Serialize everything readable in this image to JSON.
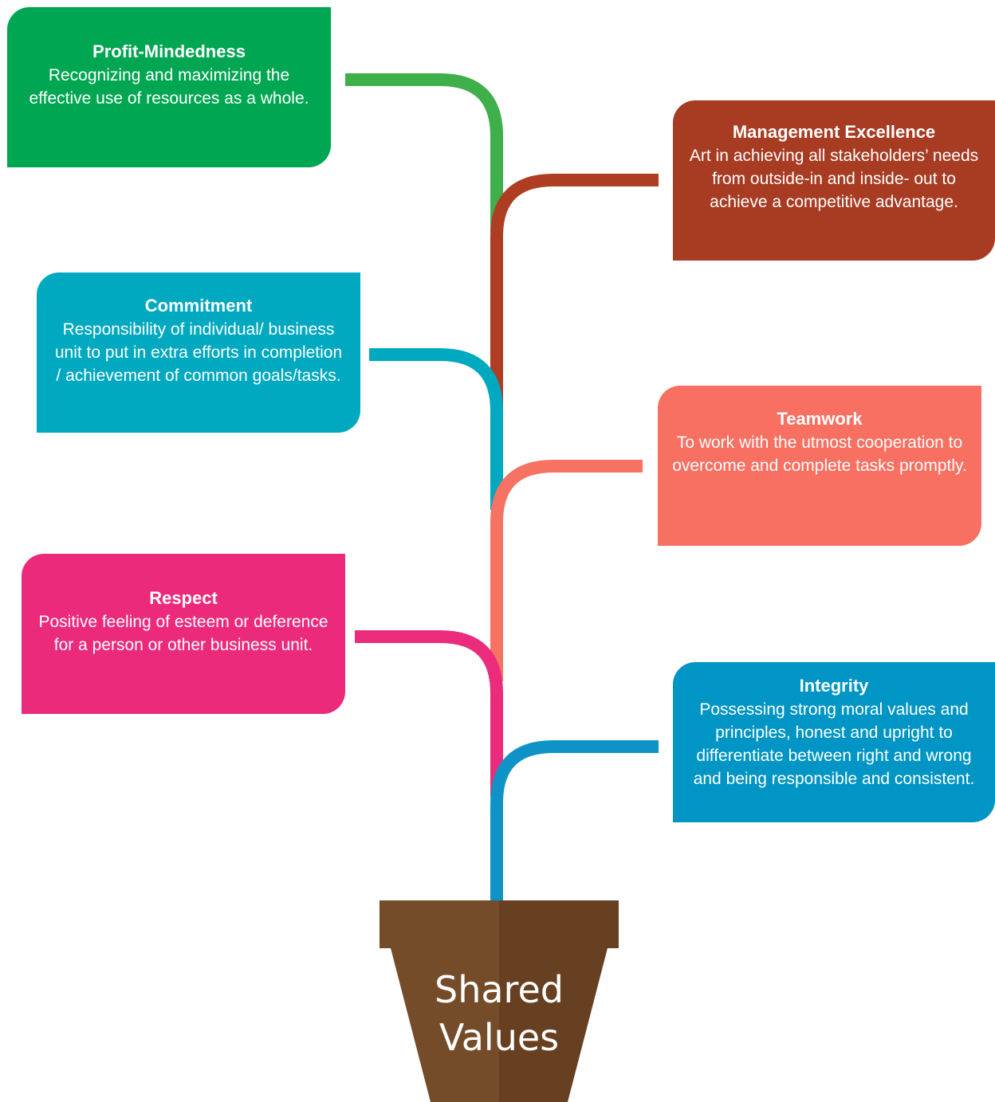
{
  "diagram": {
    "pot": {
      "line1": "Shared",
      "line2": "Values",
      "color_light": "#744c2a",
      "color_dark": "#673f21"
    },
    "values": [
      {
        "key": "profit",
        "title": "Profit-Mindedness",
        "description": "Recognizing and maximizing the effective use of resources as a whole.",
        "color": "#00a651",
        "stem_color": "#3eaf49"
      },
      {
        "key": "management",
        "title": "Management Excellence",
        "description": "Art in achieving all stakeholders’ needs from outside-in and inside- out to achieve a competitive advantage.",
        "color": "#a83c23",
        "stem_color": "#ad3e22"
      },
      {
        "key": "commitment",
        "title": "Commitment",
        "description": "Responsibility of individual/ business unit to put in extra efforts in completion / achievement of common goals/tasks.",
        "color": "#00a9c0",
        "stem_color": "#00a9c0"
      },
      {
        "key": "teamwork",
        "title": "Teamwork",
        "description": "To work with the utmost cooperation to overcome and complete tasks promptly.",
        "color": "#f77062",
        "stem_color": "#f67262"
      },
      {
        "key": "respect",
        "title": "Respect",
        "description": "Positive feeling of esteem or deference for a person or other business unit.",
        "color": "#ec2a7b",
        "stem_color": "#eb2b7b"
      },
      {
        "key": "integrity",
        "title": "Integrity",
        "description": "Possessing strong moral values and principles, honest and upright to differentiate between right and wrong and being responsible and consistent.",
        "color": "#0095c4",
        "stem_color": "#0f93c6"
      }
    ]
  }
}
